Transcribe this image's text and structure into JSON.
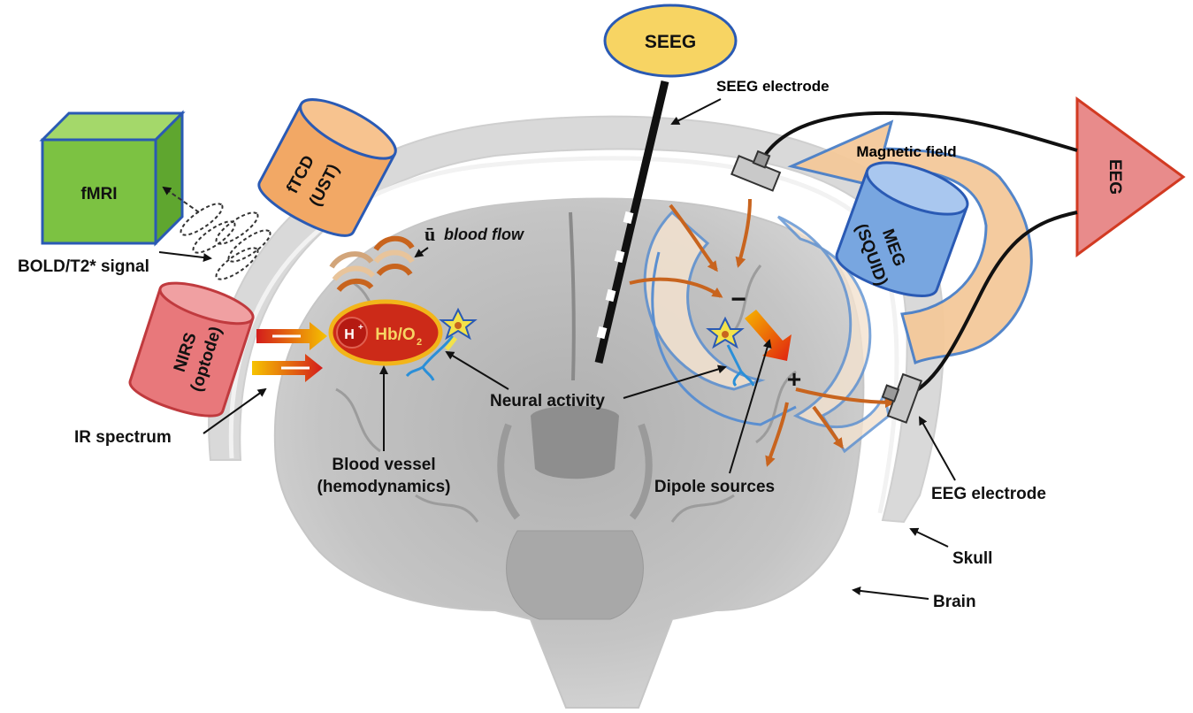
{
  "seeg_label": "SEEG",
  "seeg_electrode_label": "SEEG electrode",
  "magnetic_field_label": "Magnetic field",
  "eeg_label": "EEG",
  "meg_line1": "MEG",
  "meg_line2": "(SQUID)",
  "fmri_label": "fMRI",
  "ftcd_line1": "fTCD",
  "ftcd_line2": "(UST)",
  "blood_flow_symbol": "ū",
  "blood_flow_label": "blood flow",
  "bold_label": "BOLD/T2* signal",
  "nirs_line1": "NIRS",
  "nirs_line2": "(optode)",
  "hplus_label": "H",
  "hplus_sup": "+",
  "hb_label": "Hb/O",
  "hb_sub": "2",
  "neural_activity_label": "Neural activity",
  "ir_spectrum_label": "IR spectrum",
  "blood_vessel_line1": "Blood vessel",
  "blood_vessel_line2": "(hemodynamics)",
  "minus_sign": "−",
  "plus_sign": "+",
  "dipole_label": "Dipole sources",
  "eeg_electrode_label": "EEG electrode",
  "skull_label": "Skull",
  "brain_label": "Brain",
  "colors": {
    "seeg_fill": "#f7d463",
    "cube_front": "#7cc242",
    "cube_top": "#a4d86a",
    "ftcd_fill": "#f2a865",
    "nirs_fill": "#e8787b",
    "eeg_fill": "#e88b8b",
    "meg_fill": "#78a6e0",
    "field_fill": "#f4c99a",
    "hb_fill": "#cc2a18",
    "arrow_orange": "#c8641e",
    "brain_gray": "#bdbdbd"
  }
}
